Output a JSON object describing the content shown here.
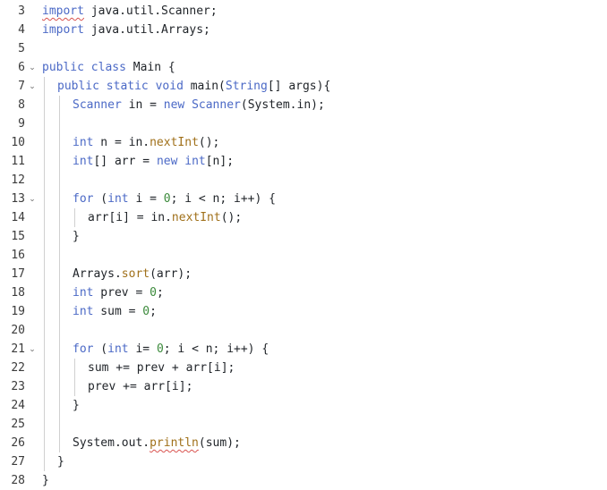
{
  "editor": {
    "lines": [
      {
        "num": "3",
        "fold": false,
        "indent": 0,
        "tokens": [
          {
            "t": "import",
            "c": "kw",
            "squig": true
          },
          {
            "t": " java.util.Scanner;"
          }
        ]
      },
      {
        "num": "4",
        "fold": false,
        "indent": 0,
        "tokens": [
          {
            "t": "import",
            "c": "kw"
          },
          {
            "t": " java.util.Arrays;"
          }
        ]
      },
      {
        "num": "5",
        "fold": false,
        "indent": 0,
        "tokens": []
      },
      {
        "num": "6",
        "fold": true,
        "indent": 0,
        "tokens": [
          {
            "t": "public",
            "c": "kw"
          },
          {
            "t": " "
          },
          {
            "t": "class",
            "c": "kw"
          },
          {
            "t": " Main {"
          }
        ]
      },
      {
        "num": "7",
        "fold": true,
        "indent": 1,
        "tokens": [
          {
            "t": "public",
            "c": "kw"
          },
          {
            "t": " "
          },
          {
            "t": "static",
            "c": "kw"
          },
          {
            "t": " "
          },
          {
            "t": "void",
            "c": "kw"
          },
          {
            "t": " main("
          },
          {
            "t": "String",
            "c": "kw"
          },
          {
            "t": "[] args){"
          }
        ]
      },
      {
        "num": "8",
        "fold": false,
        "indent": 2,
        "tokens": [
          {
            "t": "Scanner",
            "c": "kw"
          },
          {
            "t": " in = "
          },
          {
            "t": "new",
            "c": "kw"
          },
          {
            "t": " "
          },
          {
            "t": "Scanner",
            "c": "kw"
          },
          {
            "t": "(System.in);"
          }
        ]
      },
      {
        "num": "9",
        "fold": false,
        "indent": 0,
        "tokens": []
      },
      {
        "num": "10",
        "fold": false,
        "indent": 2,
        "tokens": [
          {
            "t": "int",
            "c": "kw"
          },
          {
            "t": " n = in."
          },
          {
            "t": "nextInt",
            "c": "fn"
          },
          {
            "t": "();"
          }
        ]
      },
      {
        "num": "11",
        "fold": false,
        "indent": 2,
        "tokens": [
          {
            "t": "int",
            "c": "kw"
          },
          {
            "t": "[] arr = "
          },
          {
            "t": "new",
            "c": "kw"
          },
          {
            "t": " "
          },
          {
            "t": "int",
            "c": "kw"
          },
          {
            "t": "[n];"
          }
        ]
      },
      {
        "num": "12",
        "fold": false,
        "indent": 0,
        "tokens": []
      },
      {
        "num": "13",
        "fold": true,
        "indent": 2,
        "tokens": [
          {
            "t": "for",
            "c": "kw"
          },
          {
            "t": " ("
          },
          {
            "t": "int",
            "c": "kw"
          },
          {
            "t": " i = "
          },
          {
            "t": "0",
            "c": "num"
          },
          {
            "t": "; i < n; i++) {"
          }
        ]
      },
      {
        "num": "14",
        "fold": false,
        "indent": 3,
        "tokens": [
          {
            "t": "arr[i] = in."
          },
          {
            "t": "nextInt",
            "c": "fn"
          },
          {
            "t": "();"
          }
        ]
      },
      {
        "num": "15",
        "fold": false,
        "indent": 2,
        "tokens": [
          {
            "t": "}"
          }
        ]
      },
      {
        "num": "16",
        "fold": false,
        "indent": 0,
        "tokens": []
      },
      {
        "num": "17",
        "fold": false,
        "indent": 2,
        "tokens": [
          {
            "t": "Arrays."
          },
          {
            "t": "sort",
            "c": "fn"
          },
          {
            "t": "(arr);"
          }
        ]
      },
      {
        "num": "18",
        "fold": false,
        "indent": 2,
        "tokens": [
          {
            "t": "int",
            "c": "kw"
          },
          {
            "t": " prev = "
          },
          {
            "t": "0",
            "c": "num"
          },
          {
            "t": ";"
          }
        ]
      },
      {
        "num": "19",
        "fold": false,
        "indent": 2,
        "tokens": [
          {
            "t": "int",
            "c": "kw"
          },
          {
            "t": " sum = "
          },
          {
            "t": "0",
            "c": "num"
          },
          {
            "t": ";"
          }
        ]
      },
      {
        "num": "20",
        "fold": false,
        "indent": 0,
        "tokens": []
      },
      {
        "num": "21",
        "fold": true,
        "indent": 2,
        "tokens": [
          {
            "t": "for",
            "c": "kw"
          },
          {
            "t": " ("
          },
          {
            "t": "int",
            "c": "kw"
          },
          {
            "t": " i= "
          },
          {
            "t": "0",
            "c": "num"
          },
          {
            "t": "; i < n; i++) {"
          }
        ]
      },
      {
        "num": "22",
        "fold": false,
        "indent": 3,
        "tokens": [
          {
            "t": "sum += prev + arr[i];"
          }
        ]
      },
      {
        "num": "23",
        "fold": false,
        "indent": 3,
        "tokens": [
          {
            "t": "prev += arr[i];"
          }
        ]
      },
      {
        "num": "24",
        "fold": false,
        "indent": 2,
        "tokens": [
          {
            "t": "}"
          }
        ]
      },
      {
        "num": "25",
        "fold": false,
        "indent": 0,
        "tokens": []
      },
      {
        "num": "26",
        "fold": false,
        "indent": 2,
        "tokens": [
          {
            "t": "System.out."
          },
          {
            "t": "println",
            "c": "fn",
            "squig": true
          },
          {
            "t": "(sum);"
          }
        ]
      },
      {
        "num": "27",
        "fold": false,
        "indent": 1,
        "tokens": [
          {
            "t": "}"
          }
        ]
      },
      {
        "num": "28",
        "fold": false,
        "indent": 0,
        "tokens": [
          {
            "t": "}"
          }
        ]
      }
    ]
  },
  "colors": {
    "keyword": "#4b69c6",
    "number": "#3b8a3b",
    "method": "#a0701a",
    "squiggle": "#d9534f"
  },
  "icons": {
    "fold": "chevron-down-icon"
  }
}
